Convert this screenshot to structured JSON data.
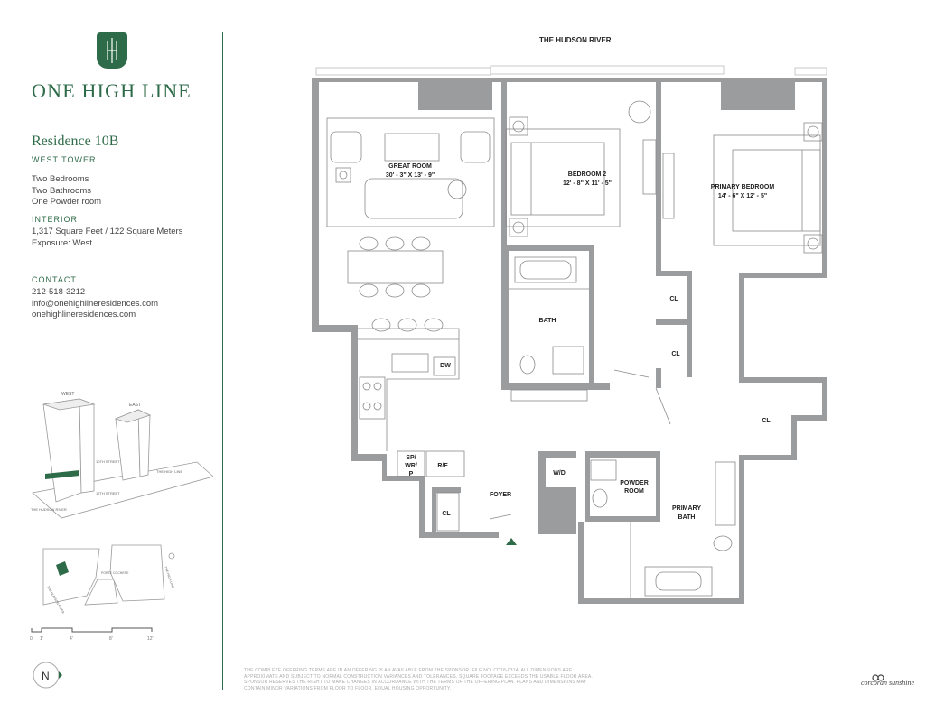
{
  "brand": {
    "name": "ONE HIGH LINE",
    "color": "#2e6b48"
  },
  "residence": {
    "title": "Residence 10B",
    "tower": "WEST TOWER",
    "rooms": [
      "Two Bedrooms",
      "Two Bathrooms",
      "One Powder room"
    ]
  },
  "interior": {
    "heading": "INTERIOR",
    "area": "1,317 Square Feet / 122 Square Meters",
    "exposure": "Exposure: West"
  },
  "contact": {
    "heading": "CONTACT",
    "phone": "212-518-3212",
    "email": "info@onehighlineresidences.com",
    "website": "onehighlineresidences.com"
  },
  "keyplan": {
    "west": "WEST",
    "east": "EAST",
    "street_10": "10TH STREET",
    "street_17": "17TH STREET",
    "high_line": "THE HIGH LINE",
    "hudson": "THE HUDSON RIVER",
    "site_hudson": "THE HUDSON RIVER",
    "site_high_line": "THE HIGH LINE",
    "porte": "PORTE COCHERE"
  },
  "scale": {
    "ticks": [
      "0'",
      "1'",
      "4'",
      "8'",
      "12'"
    ]
  },
  "compass": "N",
  "floorplan": {
    "river_label": "THE HUDSON RIVER",
    "great_room": {
      "name": "GREAT ROOM",
      "dims": "30' - 3\" X 13' - 9\""
    },
    "bedroom2": {
      "name": "BEDROOM 2",
      "dims": "12' - 8\" X 11' - 5\""
    },
    "primary_bedroom": {
      "name": "PRIMARY BEDROOM",
      "dims": "14' - 6\" X 12' - 5\""
    },
    "bath": "BATH",
    "cl": "CL",
    "dw": "DW",
    "sp": "SP/",
    "wr": "WR/",
    "p": "P",
    "rf": "R/F",
    "wd": "W/D",
    "foyer": "FOYER",
    "powder1": "POWDER",
    "powder2": "ROOM",
    "primary_bath1": "PRIMARY",
    "primary_bath2": "BATH",
    "wall_color": "#9a9c9e",
    "accent_green": "#2e6b48"
  },
  "disclaimer": "THE COMPLETE OFFERING TERMS ARE IN AN OFFERING PLAN AVAILABLE FROM THE SPONSOR. FILE NO. CD18-0314. ALL DIMENSIONS ARE APPROXIMATE AND SUBJECT TO NORMAL CONSTRUCTION VARIANCES AND TOLERANCES. SQUARE FOOTAGE EXCEEDS THE USABLE FLOOR AREA. SPONSOR RESERVES THE RIGHT TO MAKE CHANGES IN ACCORDANCE WITH THE TERMS OF THE OFFERING PLAN. PLANS AND DIMENSIONS MAY CONTAIN MINOR VARIATIONS FROM FLOOR TO FLOOR. EQUAL HOUSING OPPORTUNITY.",
  "corcoran": "corcoran sunshine"
}
